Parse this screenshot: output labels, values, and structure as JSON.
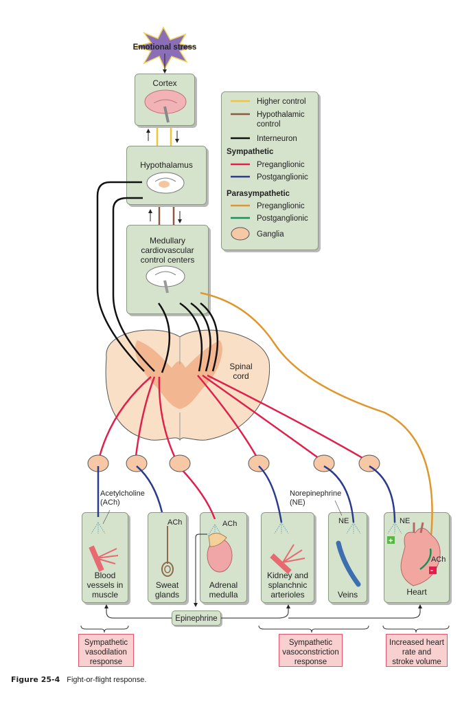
{
  "trigger": {
    "label": "Emotional stress"
  },
  "boxes": {
    "cortex": "Cortex",
    "hypothalamus": "Hypothalamus",
    "medulla": [
      "Medullary",
      "cardiovascular",
      "control centers"
    ],
    "spinal_cord": [
      "Spinal",
      "cord"
    ]
  },
  "legend": {
    "items": [
      {
        "label": "Higher control",
        "color": "#f2c23a"
      },
      {
        "label": "Hypothalamic control",
        "label_lines": [
          "Hypothalamic",
          "control"
        ],
        "color": "#8b5a44"
      },
      {
        "label": "Interneuron",
        "color": "#111111"
      }
    ],
    "sympathetic": {
      "heading": "Sympathetic",
      "items": [
        {
          "label": "Preganglionic",
          "color": "#e0204a"
        },
        {
          "label": "Postganglionic",
          "color": "#2a3a8c"
        }
      ]
    },
    "parasympathetic": {
      "heading": "Parasympathetic",
      "items": [
        {
          "label": "Preganglionic",
          "color": "#e0962a"
        },
        {
          "label": "Postganglionic",
          "color": "#12935a"
        }
      ]
    },
    "ganglia": {
      "label": "Ganglia",
      "color": "#f7c8a6"
    }
  },
  "neurotransmitters": {
    "ach_callout": [
      "Acetylcholine",
      "(ACh)"
    ],
    "ne_callout": [
      "Norepinephrine",
      "(NE)"
    ],
    "ach": "ACh",
    "ne": "NE"
  },
  "targets": [
    {
      "name": "blood-vessels",
      "lines": [
        "Blood",
        "vessels in",
        "muscle"
      ]
    },
    {
      "name": "sweat-glands",
      "lines": [
        "Sweat",
        "glands"
      ],
      "nt": "ACh"
    },
    {
      "name": "adrenal-medulla",
      "lines": [
        "Adrenal",
        "medulla"
      ],
      "nt": "ACh"
    },
    {
      "name": "kidney",
      "lines": [
        "Kidney and",
        "splanchnic",
        "arterioles"
      ]
    },
    {
      "name": "veins",
      "lines": [
        "Veins"
      ],
      "nt": "NE"
    },
    {
      "name": "heart",
      "lines": [
        "Heart"
      ],
      "nt": "NE",
      "nt2": "ACh",
      "plus": "+",
      "minus": "−"
    }
  ],
  "epinephrine": "Epinephrine",
  "responses": [
    {
      "lines": [
        "Sympathetic",
        "vasodilation",
        "response"
      ]
    },
    {
      "lines": [
        "Sympathetic",
        "vasoconstriction",
        "response"
      ]
    },
    {
      "lines": [
        "Increased heart",
        "rate and",
        "stroke volume"
      ]
    }
  ],
  "caption": {
    "figure": "Figure 25-4",
    "text": "Fight-or-flight response."
  },
  "colors": {
    "box_fill": "#d5e2cc",
    "response_fill": "#f9d0d0",
    "response_border": "#e0556a",
    "cord_light": "#f8dfc6",
    "cord_dark": "#f1b38a"
  }
}
